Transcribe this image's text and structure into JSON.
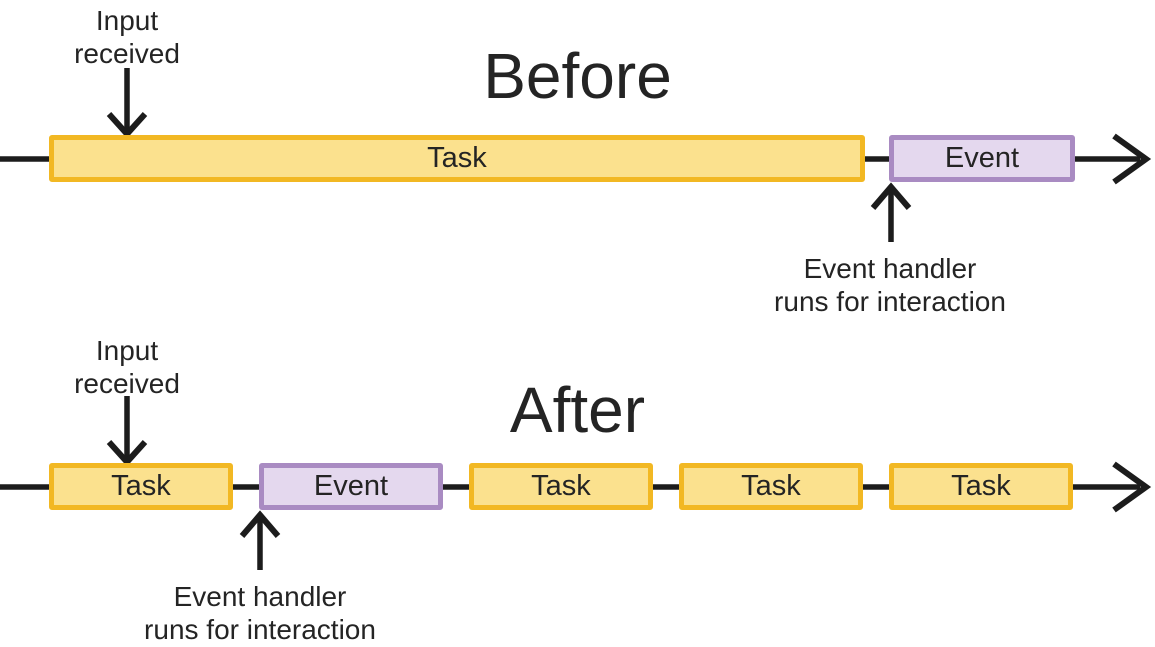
{
  "colors": {
    "task_fill": "#FBE18E",
    "task_border": "#F2B823",
    "event_fill": "#E4D8EE",
    "event_border": "#A98BC2",
    "line": "#1C1C1C",
    "text": "#242424",
    "bg": "#FFFFFF"
  },
  "sections": {
    "before": {
      "title": "Before",
      "annotations": {
        "input": "Input\nreceived",
        "handler": "Event handler\nruns for interaction"
      },
      "bars": [
        {
          "type": "task",
          "label": "Task"
        },
        {
          "type": "event",
          "label": "Event"
        }
      ]
    },
    "after": {
      "title": "After",
      "annotations": {
        "input": "Input\nreceived",
        "handler": "Event handler\nruns for interaction"
      },
      "bars": [
        {
          "type": "task",
          "label": "Task"
        },
        {
          "type": "event",
          "label": "Event"
        },
        {
          "type": "task",
          "label": "Task"
        },
        {
          "type": "task",
          "label": "Task"
        },
        {
          "type": "task",
          "label": "Task"
        }
      ]
    }
  }
}
